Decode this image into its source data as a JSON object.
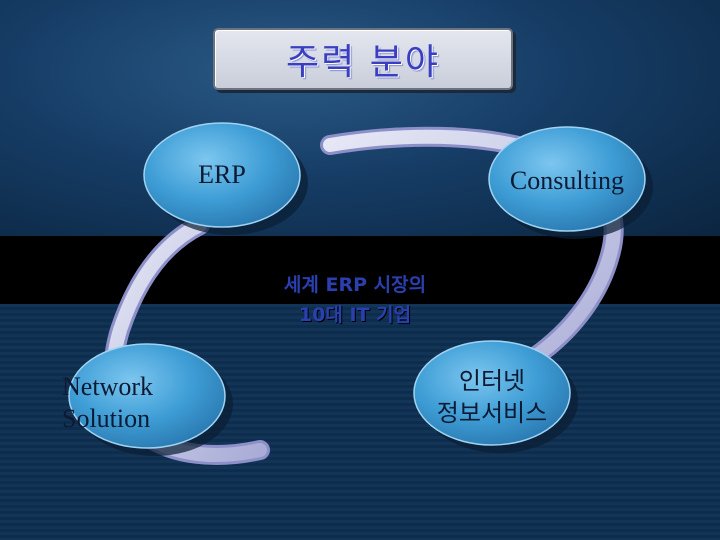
{
  "slide": {
    "title": "주력 분야",
    "center_lines": [
      "세계 ERP 시장의",
      "10대 IT 기업"
    ]
  },
  "nodes": {
    "erp": {
      "lines": [
        "ERP"
      ]
    },
    "consulting": {
      "lines": [
        "Consulting"
      ]
    },
    "network": {
      "lines": [
        "Network",
        "Solution"
      ]
    },
    "internet": {
      "lines": [
        "인터넷",
        "정보서비스"
      ]
    }
  },
  "colors": {
    "node_fill": "#3f9ed6",
    "ring": "#c4c6e6",
    "title_text": "#3a3fbf",
    "center_text": "#2a3fb0"
  }
}
